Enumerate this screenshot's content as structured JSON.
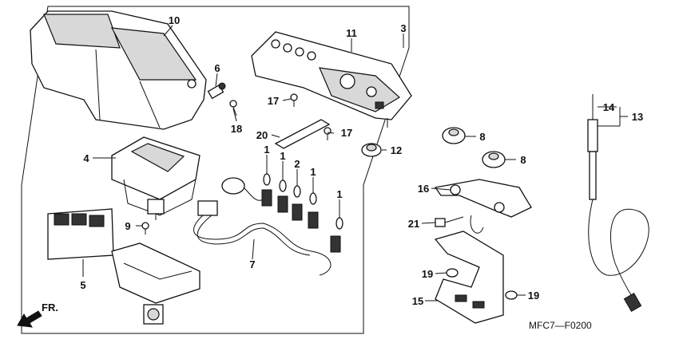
{
  "diagram": {
    "callouts": {
      "c1a": "1",
      "c1b": "1",
      "c1c": "1",
      "c1d": "1",
      "c2": "2",
      "c3": "3",
      "c4": "4",
      "c5": "5",
      "c6": "6",
      "c7": "7",
      "c8a": "8",
      "c8b": "8",
      "c9": "9",
      "c10": "10",
      "c11": "11",
      "c12": "12",
      "c13": "13",
      "c14": "14",
      "c15": "15",
      "c16": "16",
      "c17a": "17",
      "c17b": "17",
      "c18": "18",
      "c19a": "19",
      "c19b": "19",
      "c20": "20",
      "c21": "21"
    },
    "direction_label": "FR.",
    "figure_code": "MFC7—F0200"
  }
}
